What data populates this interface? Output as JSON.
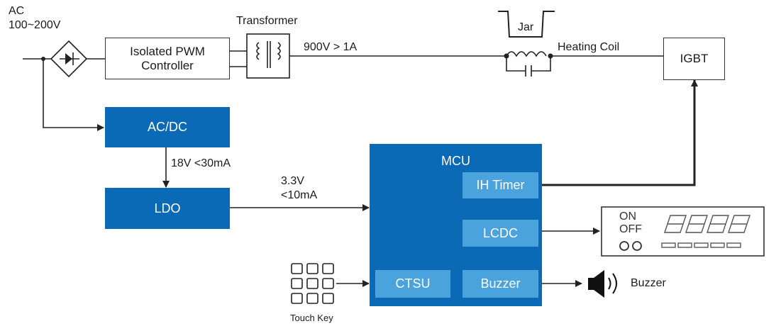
{
  "ac_label": "AC",
  "ac_range": "100~200V",
  "pwm": {
    "line1": "Isolated PWM",
    "line2": "Controller"
  },
  "transformer_label": "Transformer",
  "voltage_current_label": "900V > 1A",
  "jar_label": "Jar",
  "heating_coil_label": "Heating Coil",
  "igbt_label": "IGBT",
  "acdc_label": "AC/DC",
  "acdc_output_label": "18V <30mA",
  "ldo_label": "LDO",
  "ldo_output": {
    "line1": "3.3V",
    "line2": "<10mA"
  },
  "mcu": {
    "title": "MCU",
    "ih_timer": "IH Timer",
    "lcdc": "LCDC",
    "ctsu": "CTSU",
    "buzzer": "Buzzer"
  },
  "display": {
    "on": "ON",
    "off": "OFF"
  },
  "touch_key_label": "Touch Key",
  "buzzer_out_label": "Buzzer",
  "colors": {
    "mcu_blue": "#0b6ab5",
    "block_blue": "#0b6ab5",
    "peripheral_blue": "#4ba3dd",
    "line": "#222222"
  }
}
